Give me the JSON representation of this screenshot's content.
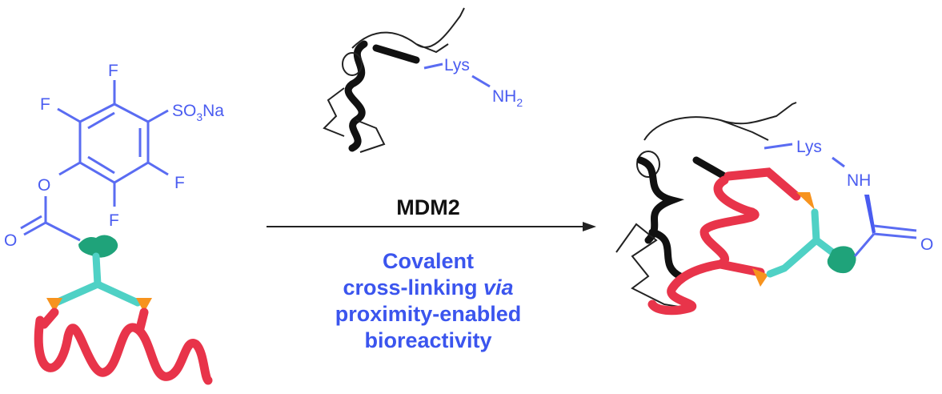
{
  "reagent": {
    "substituents": {
      "f_top": "F",
      "f_left": "F",
      "f_right": "F",
      "f_bottom": "F",
      "sulfonate": "SO",
      "sulfonate_sub": "3",
      "sulfonate_end": "Na",
      "ester_o": "O",
      "carbonyl_o": "O"
    }
  },
  "protein_top": {
    "residue": "Lys",
    "amine": "NH",
    "amine_sub": "2"
  },
  "arrow": {
    "label": "MDM2",
    "caption": [
      "Covalent",
      "cross-linking ",
      "via",
      "proximity-enabled",
      "bioreactivity"
    ]
  },
  "product": {
    "residue": "Lys",
    "amide_n": "NH",
    "amide_o": "O"
  },
  "colors": {
    "chem_blue": "#4a5cf0",
    "helix_red": "#e8344a",
    "linker_orange": "#f7931e",
    "linker_cyan": "#4fd1c5",
    "warhead_green": "#1fa37a"
  }
}
